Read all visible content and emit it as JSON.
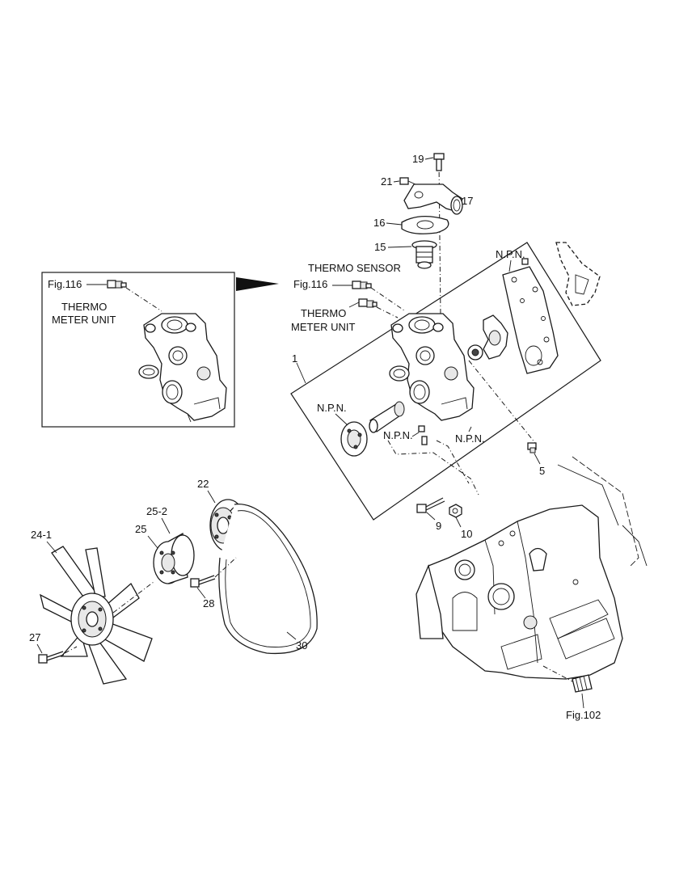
{
  "labels": {
    "fig116_inset": "Fig.116",
    "inset_thermo": "THERMO",
    "inset_meter_unit": "METER UNIT",
    "thermo_sensor": "THERMO SENSOR",
    "fig116_main": "Fig.116",
    "main_thermo": "THERMO",
    "main_meter_unit": "METER UNIT",
    "npn_top": "N.P.N.",
    "npn_left": "N.P.N.",
    "npn_mid": "N.P.N.",
    "npn_right": "N.P.N.",
    "fig102": "Fig.102"
  },
  "parts": {
    "p19": "19",
    "p21": "21",
    "p17": "17",
    "p16": "16",
    "p15": "15",
    "p1": "1",
    "p5": "5",
    "p9": "9",
    "p10": "10",
    "p22": "22",
    "p25_2": "25-2",
    "p25": "25",
    "p24_1": "24-1",
    "p28": "28",
    "p27": "27",
    "p30": "30"
  }
}
